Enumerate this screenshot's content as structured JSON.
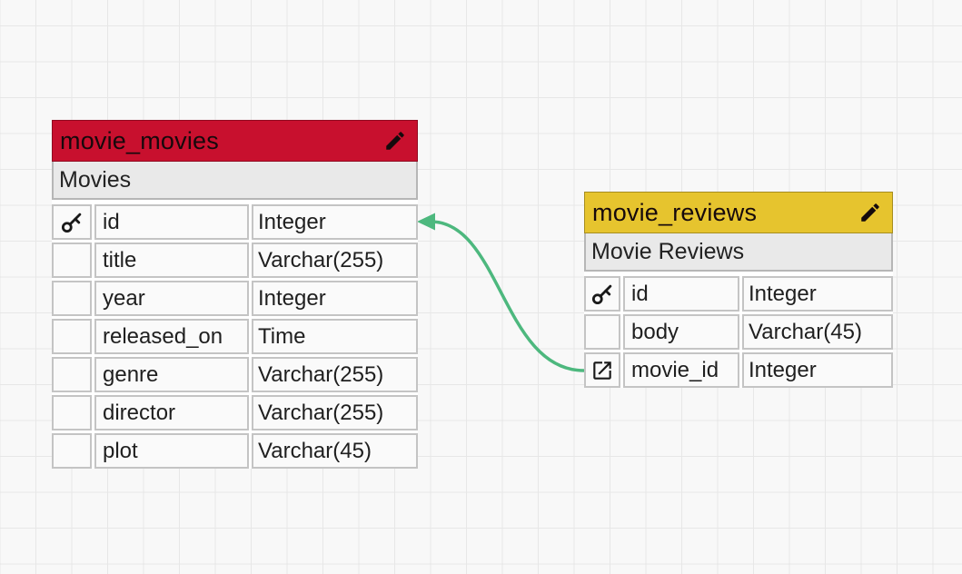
{
  "canvas": {
    "background": "#f8f8f8",
    "grid_line_color": "#e7e7e7"
  },
  "icons": {
    "edit": "pencil-icon",
    "primary_key": "key-icon",
    "foreign_key": "external-link-icon"
  },
  "relation": {
    "from_table": "movie_reviews",
    "from_column": "movie_id",
    "to_table": "movie_movies",
    "to_column": "id",
    "color": "#4db87e"
  },
  "tables": [
    {
      "name": "movie_movies",
      "label": "Movies",
      "header_color": "#c8102e",
      "columns": [
        {
          "name": "id",
          "type": "Integer",
          "key": "primary"
        },
        {
          "name": "title",
          "type": "Varchar(255)",
          "key": ""
        },
        {
          "name": "year",
          "type": "Integer",
          "key": ""
        },
        {
          "name": "released_on",
          "type": "Time",
          "key": ""
        },
        {
          "name": "genre",
          "type": "Varchar(255)",
          "key": ""
        },
        {
          "name": "director",
          "type": "Varchar(255)",
          "key": ""
        },
        {
          "name": "plot",
          "type": "Varchar(45)",
          "key": ""
        }
      ]
    },
    {
      "name": "movie_reviews",
      "label": "Movie Reviews",
      "header_color": "#e6c42e",
      "columns": [
        {
          "name": "id",
          "type": "Integer",
          "key": "primary"
        },
        {
          "name": "body",
          "type": "Varchar(45)",
          "key": ""
        },
        {
          "name": "movie_id",
          "type": "Integer",
          "key": "foreign"
        }
      ]
    }
  ]
}
